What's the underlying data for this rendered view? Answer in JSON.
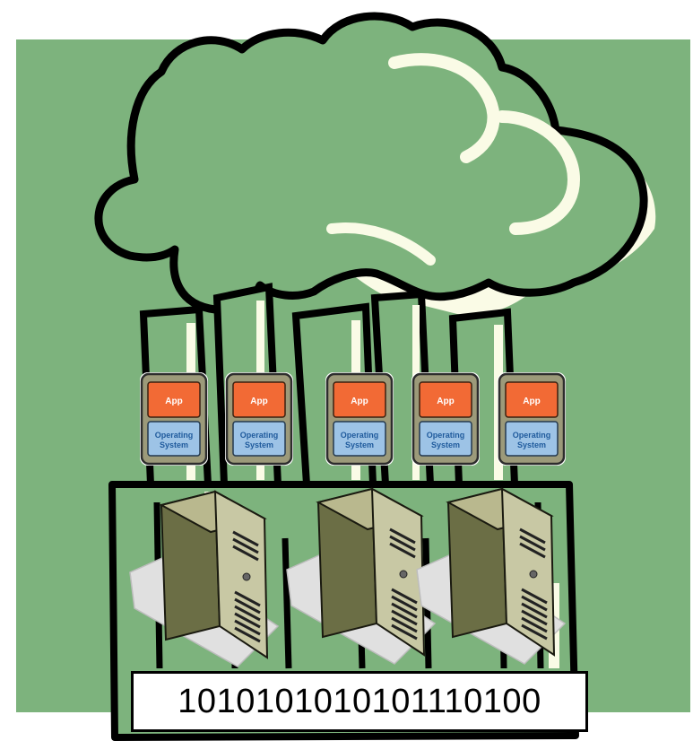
{
  "colors": {
    "background_panel": "#7db37d",
    "smoke_light": "#fafbe6",
    "outline": "#000000",
    "app_block": "#f26a35",
    "os_block": "#9dc3e6",
    "vm_frame": "#9c9a7a",
    "server_front": "#6b6e45",
    "server_side": "#c8c8a4"
  },
  "icons": {
    "cloud": "cloud-smoke-icon",
    "server": "server-tower-icon",
    "vm": "virtual-machine-icon"
  },
  "vms": [
    {
      "app_label": "App",
      "os_label_line1": "Operating",
      "os_label_line2": "System"
    },
    {
      "app_label": "App",
      "os_label_line1": "Operating",
      "os_label_line2": "System"
    },
    {
      "app_label": "App",
      "os_label_line1": "Operating",
      "os_label_line2": "System"
    },
    {
      "app_label": "App",
      "os_label_line1": "Operating",
      "os_label_line2": "System"
    },
    {
      "app_label": "App",
      "os_label_line1": "Operating",
      "os_label_line2": "System"
    }
  ],
  "servers_count": 3,
  "binary": {
    "text": "1010101010101110100"
  }
}
